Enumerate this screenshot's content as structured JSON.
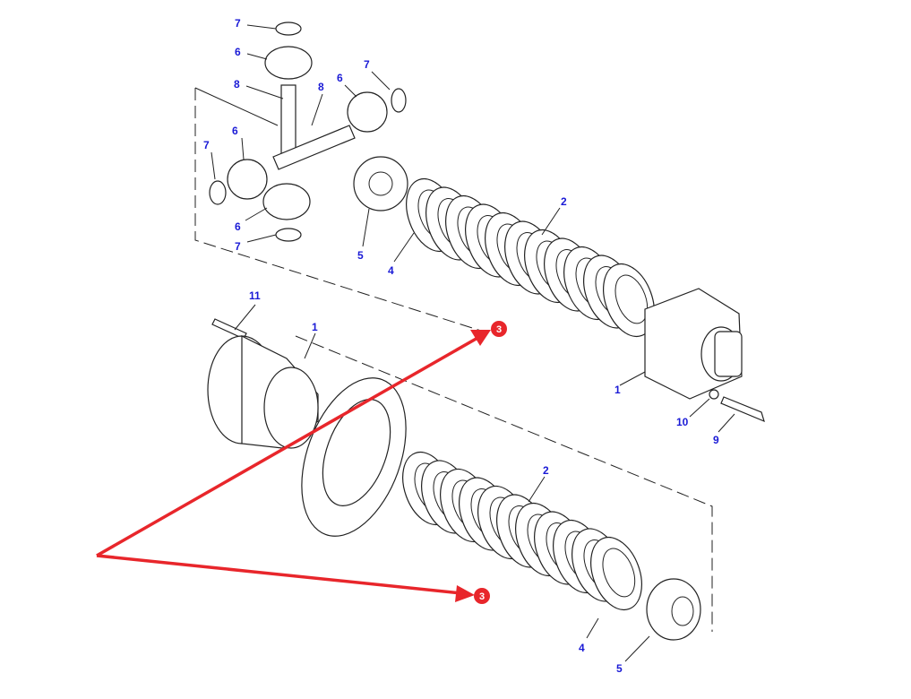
{
  "labels": [
    "7",
    "6",
    "8",
    "8",
    "6",
    "7",
    "7",
    "6",
    "6",
    "7",
    "5",
    "4",
    "2",
    "11",
    "1",
    "1",
    "10",
    "9",
    "2",
    "4",
    "5"
  ],
  "callouts": [
    "3",
    "3"
  ],
  "colors": {
    "label": "#1a1ad6",
    "callout": "#e8262b",
    "arrow": "#e8262b",
    "line": "#222222"
  }
}
